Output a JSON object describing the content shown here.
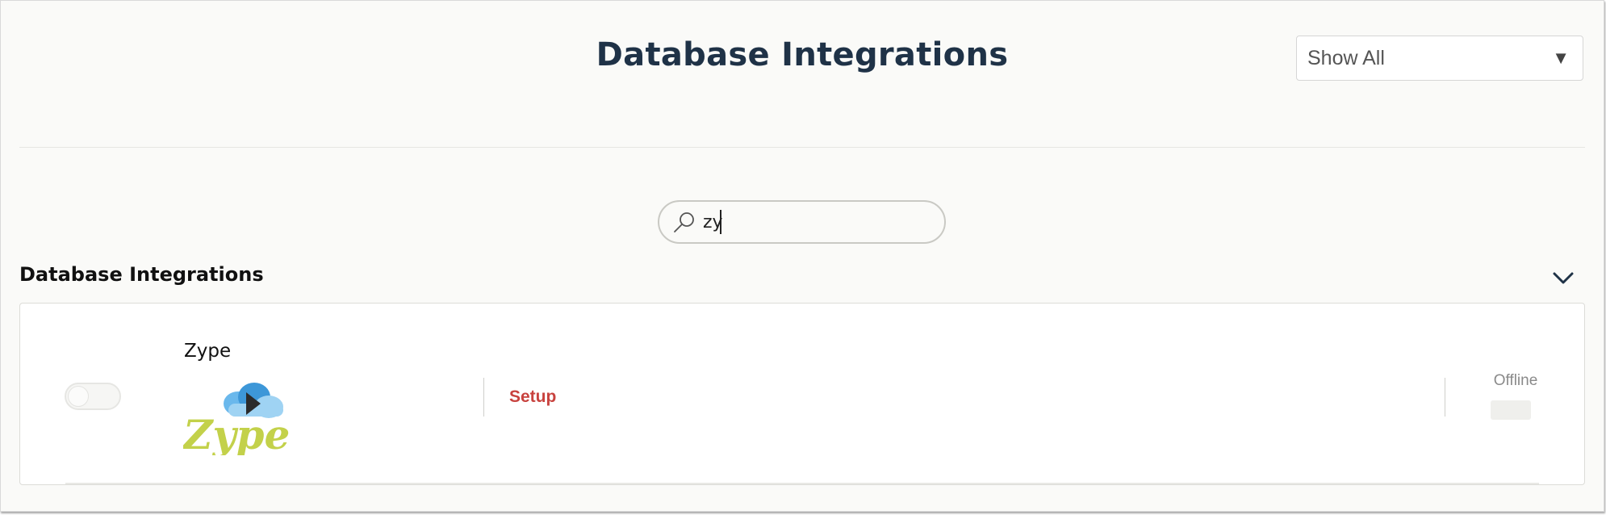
{
  "header": {
    "title": "Database Integrations",
    "filter": {
      "selected": "Show All",
      "caret": "▼"
    }
  },
  "search": {
    "value": "zy",
    "icon": "search-icon"
  },
  "section": {
    "title": "Database Integrations",
    "collapse_icon": "chevron-down-icon"
  },
  "integrations": [
    {
      "name": "Zype",
      "logo_text": "Zype",
      "action_label": "Setup",
      "status_label": "Offline",
      "enabled": false
    }
  ],
  "colors": {
    "title": "#1f3247",
    "setup_link": "#c8423e",
    "logo_green": "#c3d14a",
    "logo_cloud": "#4aa3e0"
  }
}
